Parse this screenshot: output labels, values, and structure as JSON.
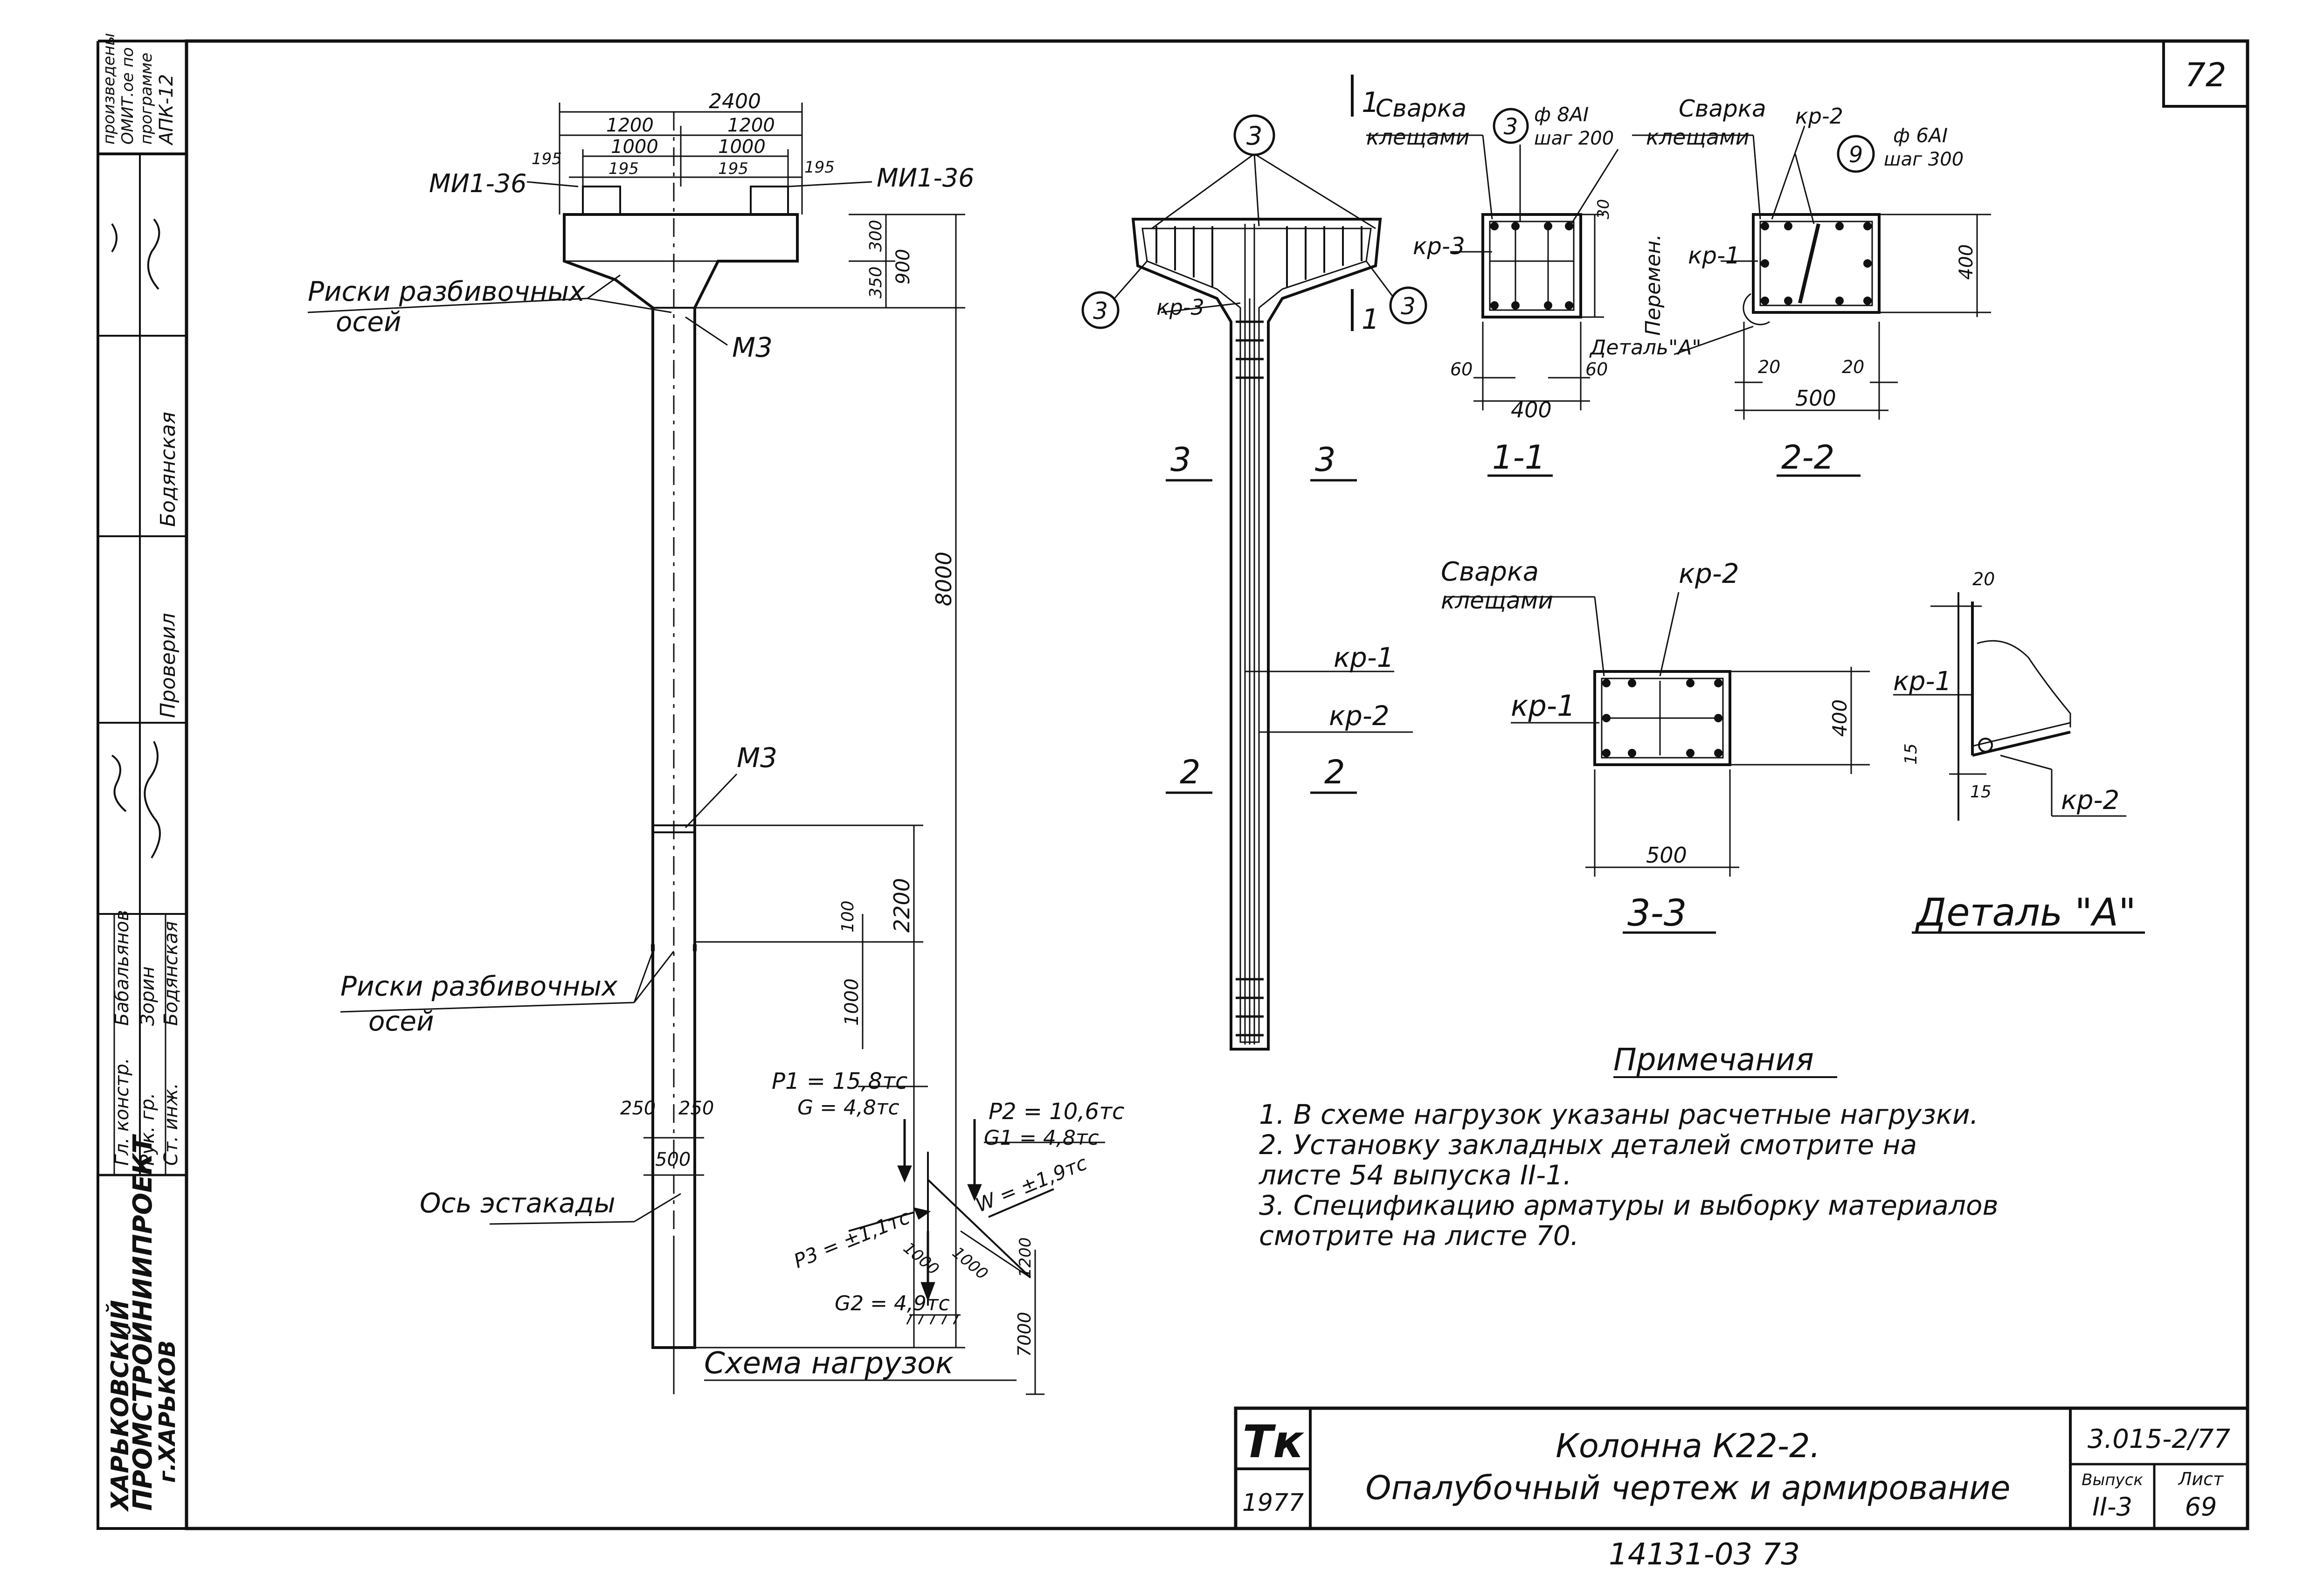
{
  "sheet_number": "72",
  "stamp_side": {
    "org_line1": "ХАРЬКОВСКИЙ",
    "org_line2": "ПРОМСТРОЙНИИПРОЕКТ",
    "org_line3": "г.ХАРЬКОВ",
    "rows": [
      {
        "role": "Гл. констр.",
        "name": "Бабальянов"
      },
      {
        "role": "Рук. гр.",
        "name": "Зорин"
      },
      {
        "role": "Ст. инж.",
        "name": "Бодянская"
      },
      {
        "role": "Проверил",
        "name": ""
      },
      {
        "role": "",
        "name": "Бодянская"
      }
    ],
    "program_note": [
      "произведены",
      "ОМИТ.ое по",
      "программе",
      "АПК-12"
    ]
  },
  "column_elevation": {
    "dims_top": [
      "2400",
      "1200",
      "1200",
      "1000",
      "1000",
      "195",
      "195",
      "195",
      "195"
    ],
    "dims_right": [
      "300",
      "350",
      "900",
      "8000",
      "2200",
      "100",
      "1000"
    ],
    "dims_bottom": [
      "250",
      "250",
      "500"
    ],
    "label_mi_left": "МИ1-36",
    "label_mi_right": "МИ1-36",
    "label_m3_top": "М3",
    "label_m3_bottom": "М3",
    "axes_top_line1": "Риски разбивочных",
    "axes_top_line2": "осей",
    "axes_bottom_line1": "Риски разбивочных",
    "axes_bottom_line2": "осей",
    "overpass_axis": "Ось эстакады"
  },
  "load_scheme": {
    "p1": "P1 = 15,8тс",
    "g": "G = 4,8тс",
    "p2": "P2 = 10,6тс",
    "g1": "G1 = 4,8тс",
    "p3": "P3 = ±1,1тс",
    "w": "W = ±1,9тс",
    "g2": "G2 = 4,9тс",
    "d1": "1000",
    "d2": "1000",
    "d3": "1200",
    "d4": "7000",
    "title": "Схема нагрузок"
  },
  "rebar_elevation": {
    "bubble_top": "3",
    "bubble_left": "3",
    "bubble_right": "3",
    "kp3": "кр-3",
    "cut1": "1",
    "cut1b": "1",
    "cut3a": "3",
    "cut3b": "3",
    "cut2a": "2",
    "cut2b": "2",
    "kp1": "кр-1",
    "kp2": "кр-2"
  },
  "section_11": {
    "weld_line1": "Сварка",
    "weld_line2": "клещами",
    "bubble": "3",
    "bar": "ф 8АI",
    "step": "шаг 200",
    "kp": "кр-3",
    "dim_w": "400",
    "dim_l": "60",
    "dim_r": "60",
    "dim_t": "30",
    "var": "Перемен.",
    "title": "1-1"
  },
  "section_22": {
    "weld_line1": "Сварка",
    "weld_line2": "клещами",
    "kp2": "кр-2",
    "bubble": "9",
    "bar": "ф 6АI",
    "step": "шаг 300",
    "kp1": "кр-1",
    "detail": "Деталь\"А\"",
    "dim_h": "400",
    "dim_w": "500",
    "dim_l": "20",
    "dim_r": "20",
    "title": "2-2"
  },
  "section_33": {
    "weld_line1": "Сварка",
    "weld_line2": "клещами",
    "kp2": "кр-2",
    "kp1": "кр-1",
    "dim_h": "400",
    "dim_w": "500",
    "title": "3-3"
  },
  "detail_a": {
    "kp1": "кр-1",
    "kp2": "кр-2",
    "d20": "20",
    "d15a": "15",
    "d15b": "15",
    "title": "Деталь \"А\""
  },
  "notes": {
    "title": "Примечания",
    "lines": [
      "1. В схеме нагрузок указаны расчетные нагрузки.",
      "2. Установку закладных деталей смотрите на",
      "    листе 54 выпуска II-1.",
      "3. Спецификацию арматуры и выборку материалов",
      "    смотрите на листе 70."
    ]
  },
  "title_block": {
    "logo": "Тк",
    "year": "1977",
    "title_line1": "Колонна К22-2.",
    "title_line2": "Опалубочный чертеж и армирование",
    "code": "3.015-2/77",
    "issue_label": "Выпуск",
    "issue_value": "II-3",
    "sheet_label": "Лист",
    "sheet_value": "69"
  },
  "bottom_code": "14131-03 73"
}
